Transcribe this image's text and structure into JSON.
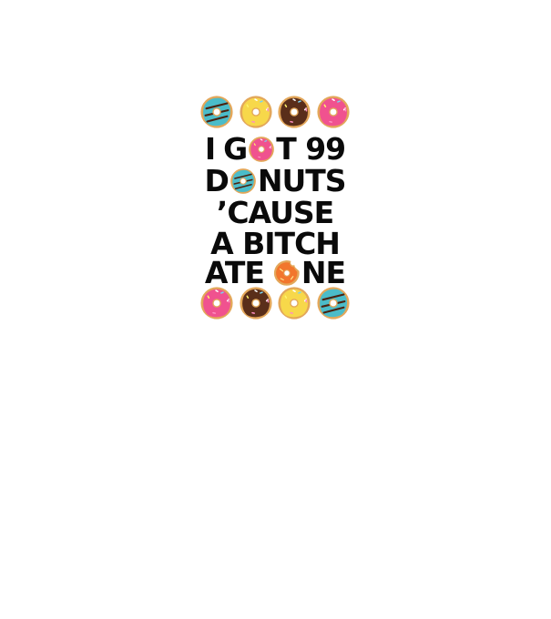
{
  "design": {
    "line1": {
      "a": "I",
      "b": "G",
      "c": "T 99"
    },
    "line2": {
      "a": "D",
      "b": "NUTS"
    },
    "line3": "’CAUSE",
    "line4": "A BITCH",
    "line5": {
      "a": "ATE",
      "b": "NE"
    }
  },
  "colors": {
    "text": "#0a0a0a",
    "pink": "#f0528f",
    "yellow": "#f7d84a",
    "chocolate": "#5a2e1a",
    "teal": "#4bbcc9",
    "dough": "#e3a75a",
    "orange": "#f2762d"
  },
  "donuts_top": [
    "teal-frosted-donut-icon",
    "yellow-frosted-donut-icon",
    "chocolate-frosted-donut-icon",
    "pink-frosted-donut-icon"
  ],
  "donuts_bottom": [
    "pink-frosted-donut-icon",
    "chocolate-frosted-donut-icon",
    "yellow-frosted-donut-icon",
    "teal-frosted-donut-icon"
  ]
}
